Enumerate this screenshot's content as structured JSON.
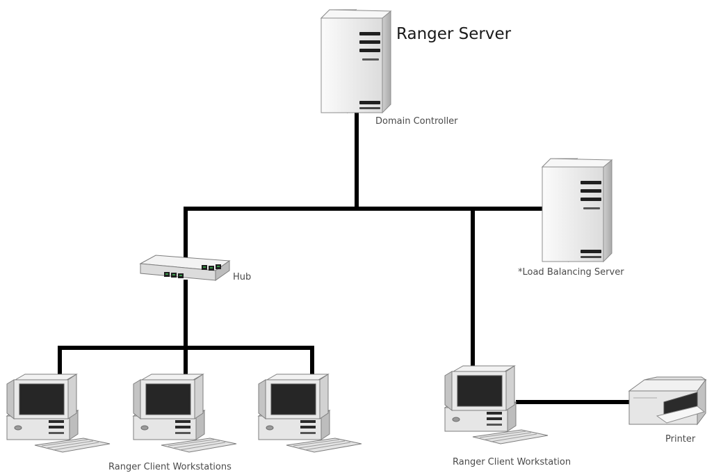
{
  "diagram": {
    "title": "Ranger Server",
    "labels": {
      "domain_controller": "Domain Controller",
      "load_balancing": "*Load Balancing Server",
      "hub": "Hub",
      "workstations": "Ranger Client Workstations",
      "workstation": "Ranger Client Workstation",
      "printer": "Printer"
    },
    "nodes": [
      {
        "id": "ranger-server",
        "type": "server-tower"
      },
      {
        "id": "load-balancing-server",
        "type": "server-tower"
      },
      {
        "id": "hub",
        "type": "network-hub"
      },
      {
        "id": "client-workstation-1",
        "type": "desktop-computer"
      },
      {
        "id": "client-workstation-2",
        "type": "desktop-computer"
      },
      {
        "id": "client-workstation-3",
        "type": "desktop-computer"
      },
      {
        "id": "client-workstation-4",
        "type": "desktop-computer"
      },
      {
        "id": "printer",
        "type": "inkjet-printer"
      }
    ],
    "edges": [
      [
        "ranger-server",
        "backbone"
      ],
      [
        "backbone",
        "load-balancing-server"
      ],
      [
        "backbone",
        "hub"
      ],
      [
        "backbone",
        "client-workstation-4"
      ],
      [
        "hub",
        "client-workstation-1"
      ],
      [
        "hub",
        "client-workstation-2"
      ],
      [
        "hub",
        "client-workstation-3"
      ],
      [
        "client-workstation-4",
        "printer"
      ]
    ],
    "colors": {
      "cable": "#000000",
      "device_body": "#e9e9e9",
      "device_shade": "#c9c9c9",
      "screen": "#262626",
      "label_text": "#4a4a4a",
      "hub_port": "#3a9a4a"
    }
  }
}
